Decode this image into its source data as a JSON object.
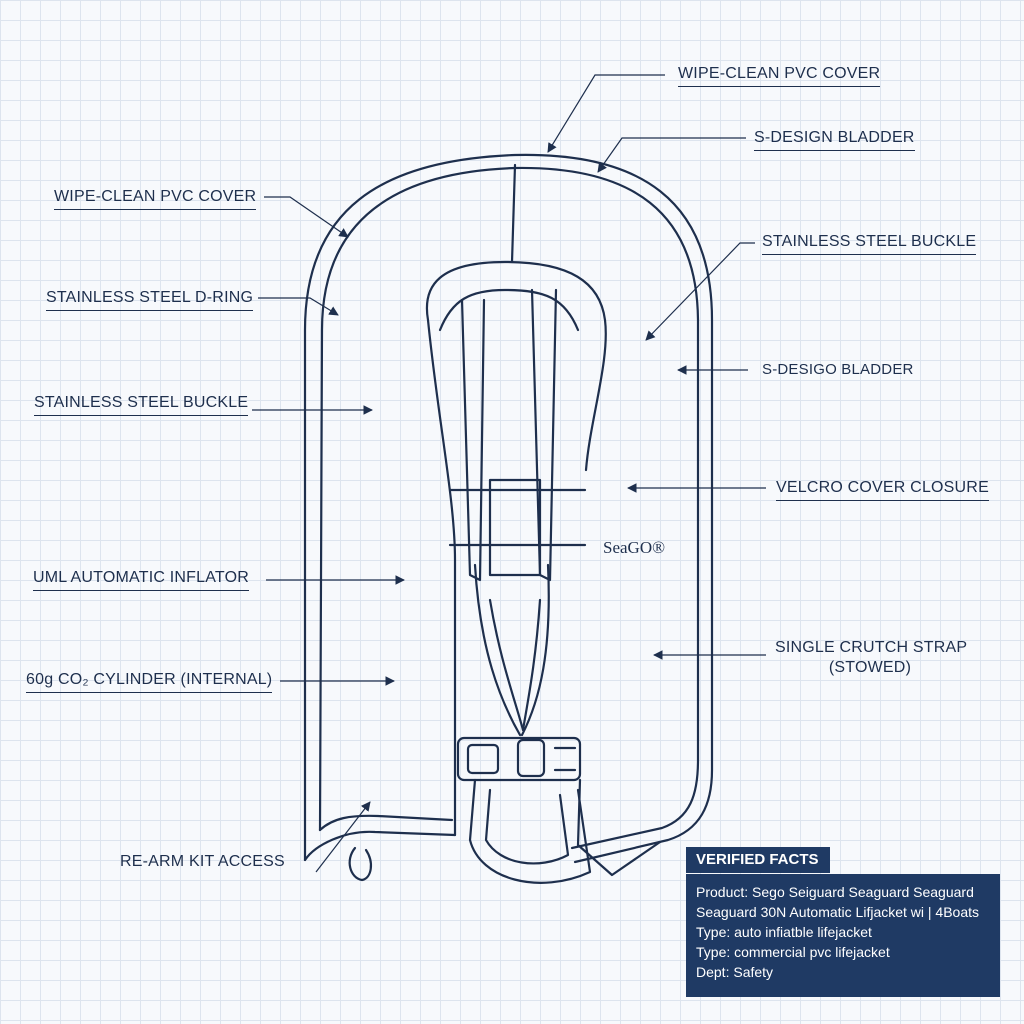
{
  "labels": {
    "cover_top": "WIPE-CLEAN PVC COVER",
    "bladder_top": "S-DESIGN BLADDER",
    "cover_left": "WIPE-CLEAN PVC COVER",
    "buckle_right": "STAINLESS STEEL BUCKLE",
    "d_ring": "STAINLESS STEEL D-RING",
    "bladder_right": "S-DESIGO BLADDER",
    "buckle_left": "STAINLESS STEEL BUCKLE",
    "velcro": "VELCRO COVER CLOSURE",
    "inflator": "UML AUTOMATIC INFLATOR",
    "crutch_line1": "SINGLE CRUTCH STRAP",
    "crutch_line2": "(STOWED)",
    "cylinder": "60g CO₂ CYLINDER (INTERNAL)",
    "rearm": "RE-ARM KIT ACCESS"
  },
  "brand": "SeaGO®",
  "facts": {
    "title": "VERIFIED FACTS",
    "lines": [
      "Product: Sego Seiguard Seaguard Seaguard",
      "Seaguard 30N Automatic Lifjacket wi | 4Boats",
      "Type: auto infiatble lifejacket",
      "Type: commercial pvc lifejacket",
      "Dept: Safety"
    ]
  },
  "colors": {
    "ink": "#1e2f4d",
    "panel": "#1f3a64",
    "grid": "#dde4ee",
    "background": "#f7f9fc"
  }
}
